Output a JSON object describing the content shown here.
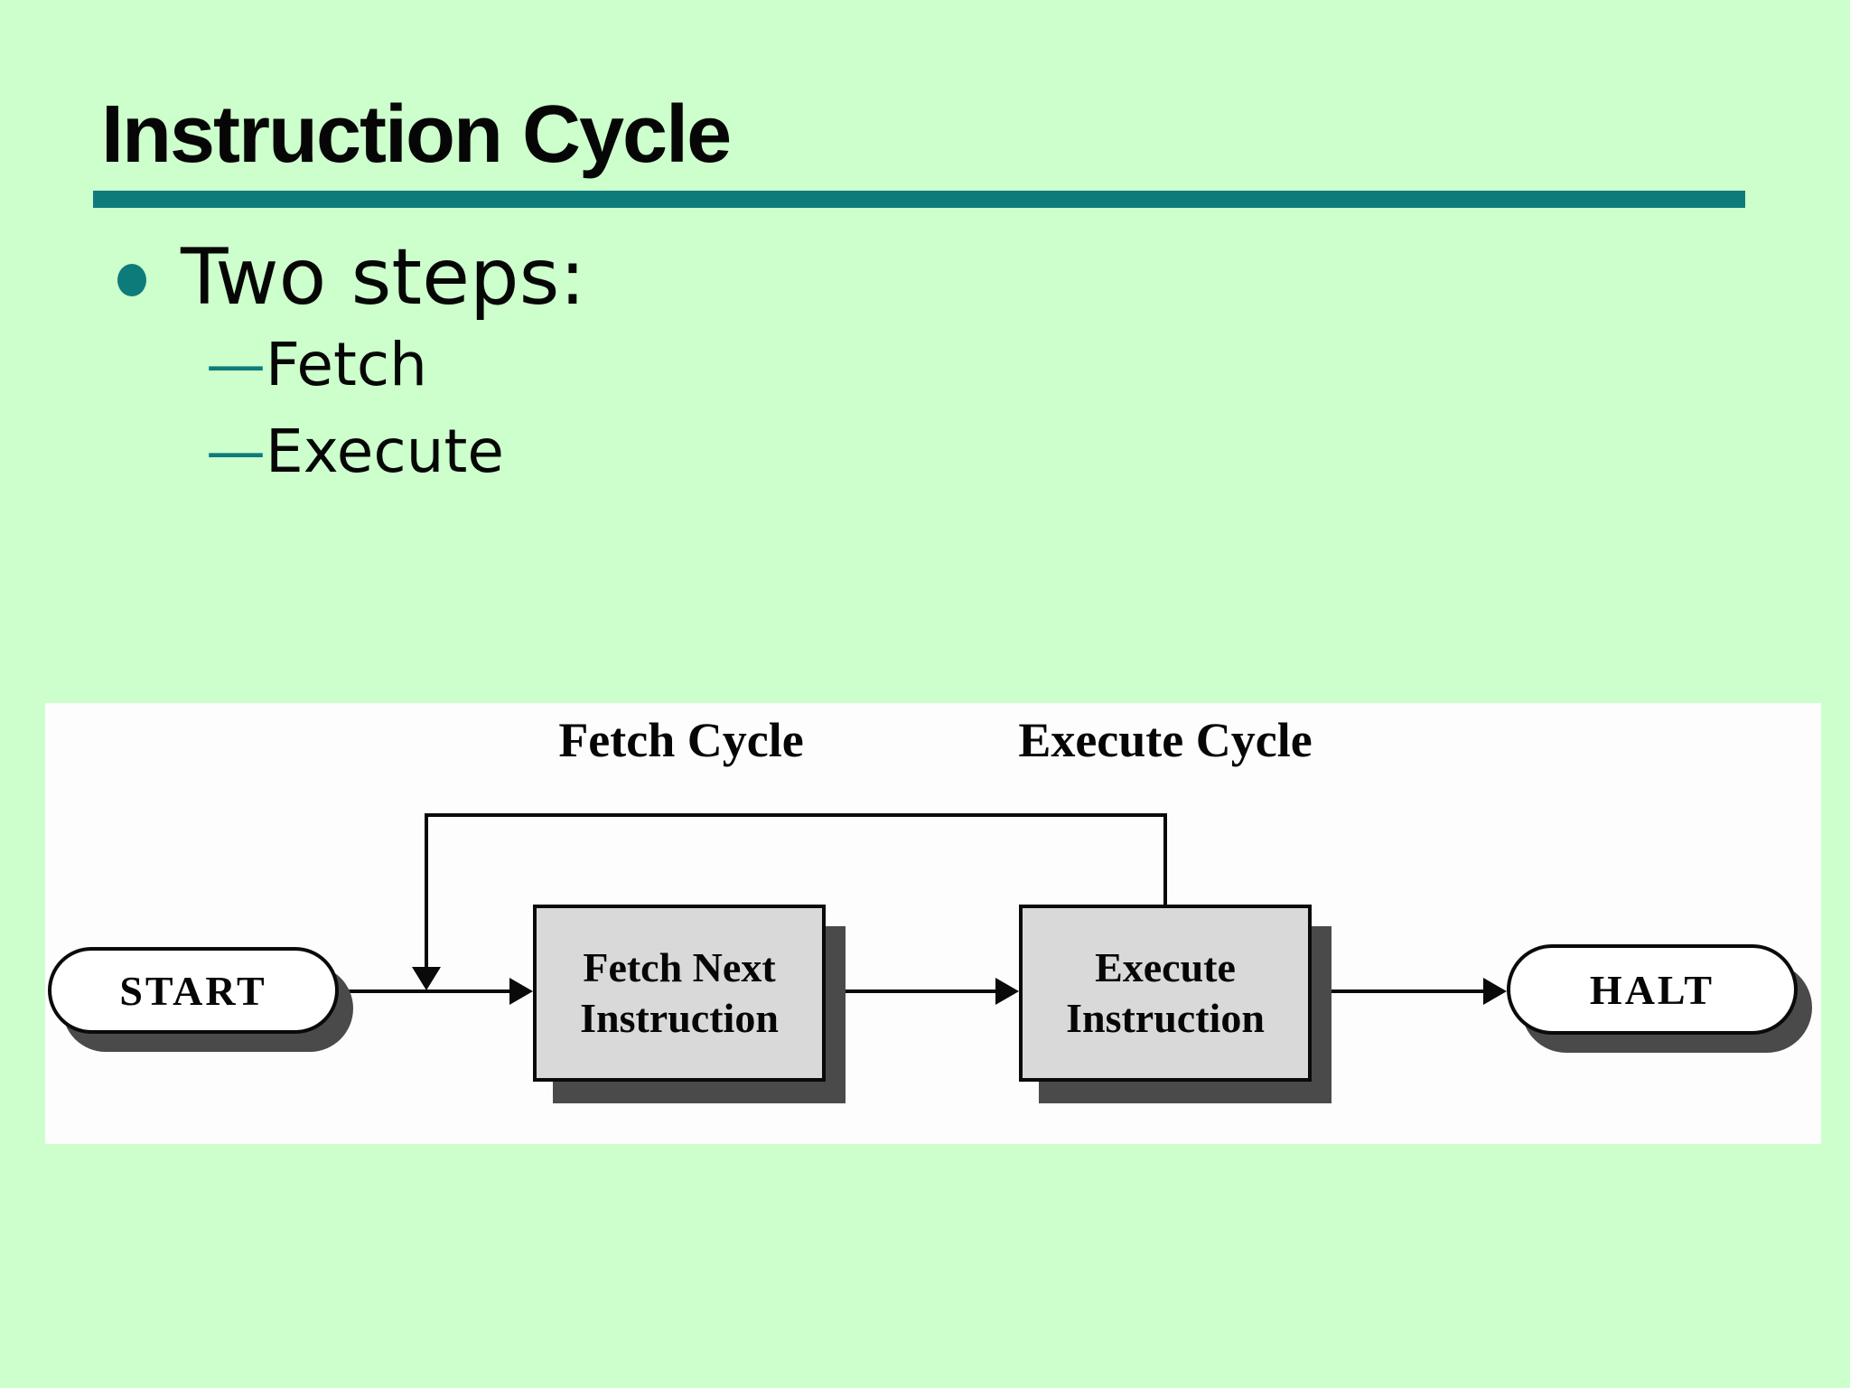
{
  "slide": {
    "title": "Instruction Cycle",
    "bullet_text": "Two steps:",
    "dash": "—",
    "sub_items": [
      "Fetch",
      "Execute"
    ]
  },
  "diagram": {
    "fetch_cycle_label": "Fetch Cycle",
    "execute_cycle_label": "Execute Cycle",
    "start_label": "START",
    "fetch_box": {
      "line1": "Fetch Next",
      "line2": "Instruction"
    },
    "execute_box": {
      "line1": "Execute",
      "line2": "Instruction"
    },
    "halt_label": "HALT"
  },
  "colors": {
    "bg": "#ccffcc",
    "teal": "#0e7b7b",
    "panel": "#fdfdfd",
    "box-fill": "#d9d9d9",
    "shadow": "#4a4a4a",
    "line": "#0a0a0a",
    "ink": "#060606"
  }
}
